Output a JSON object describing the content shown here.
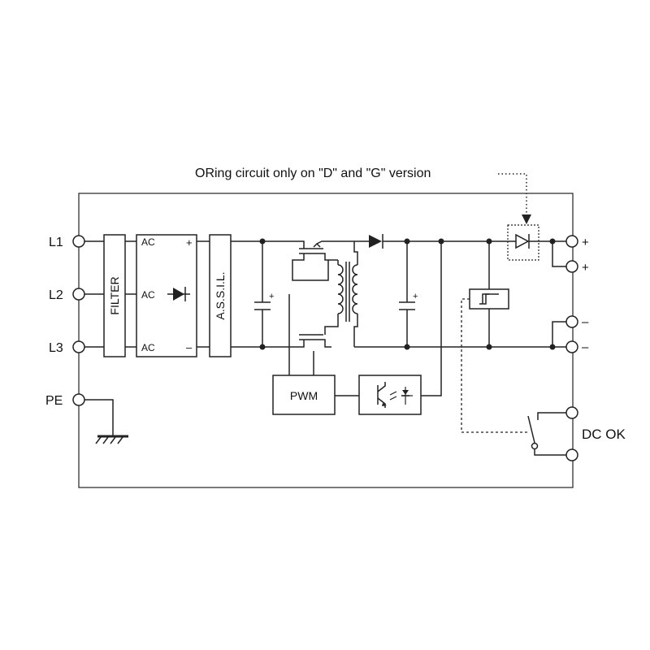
{
  "annotation": "ORing circuit only on \"D\" and \"G\" version",
  "terminals": {
    "l1": "L1",
    "l2": "L2",
    "l3": "L3",
    "pe": "PE"
  },
  "filter": "FILTER",
  "rectifier": {
    "ac1": "AC",
    "ac2": "AC",
    "ac3": "AC",
    "plus": "+",
    "minus": "–"
  },
  "assil": "A.S.S.I.L.",
  "pwm": "PWM",
  "cap_plus_1": "+",
  "cap_plus_2": "+",
  "outputs": {
    "plus1": "+",
    "plus2": "+",
    "minus1": "–",
    "minus2": "–"
  },
  "dc_ok": "DC OK"
}
